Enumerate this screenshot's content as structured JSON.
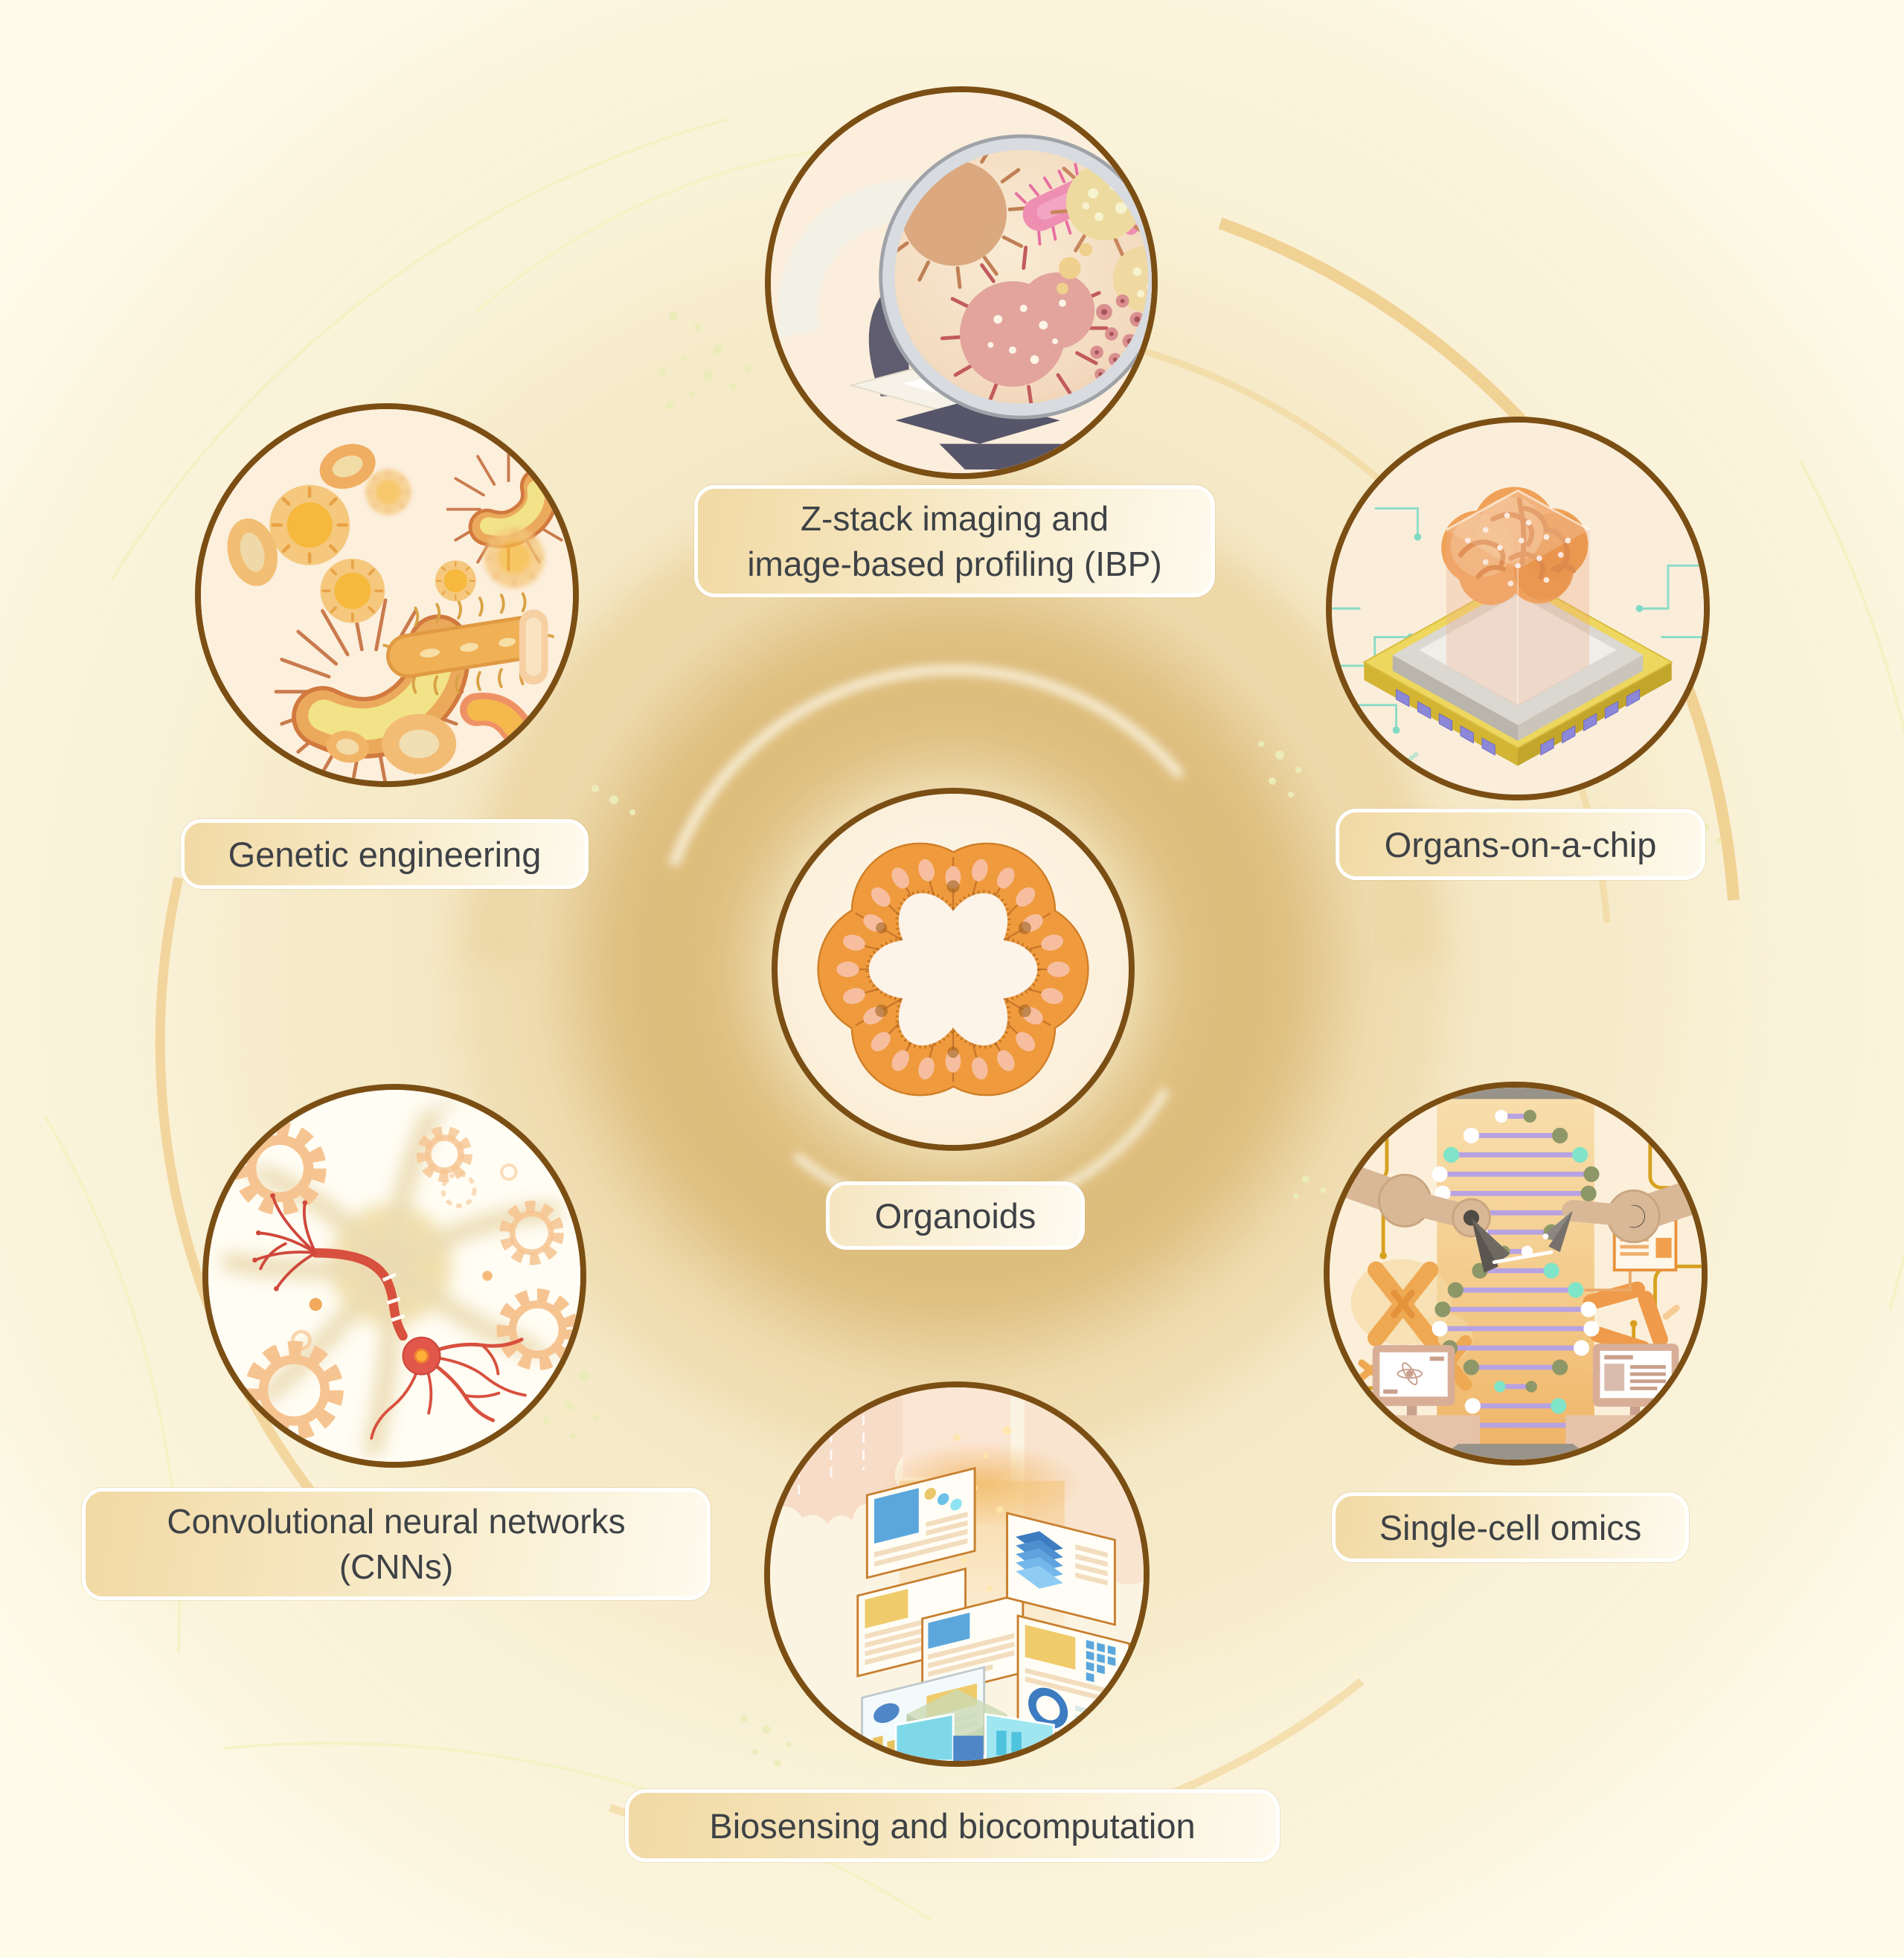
{
  "labels": {
    "organoids": "Organoids",
    "z_stack_1": "Z-stack imaging and",
    "z_stack_2": "image-based profiling (IBP)",
    "genetic": "Genetic engineering",
    "chip": "Organs-on-a-chip",
    "omics": "Single-cell omics",
    "biosensing": "Biosensing and biocomputation",
    "cnn_1": "Convolutional neural networks",
    "cnn_2": "(CNNs)"
  },
  "colors": {
    "background": "#FFFCEE",
    "swirl_ring": "#DDBC7A",
    "circle_border": "#7B4E14",
    "label_text": "#3E4246",
    "label_gradient_left": "#F1D9A4",
    "label_gradient_right": "#FEFAEE",
    "organoid_orange": "#F09A3E"
  }
}
